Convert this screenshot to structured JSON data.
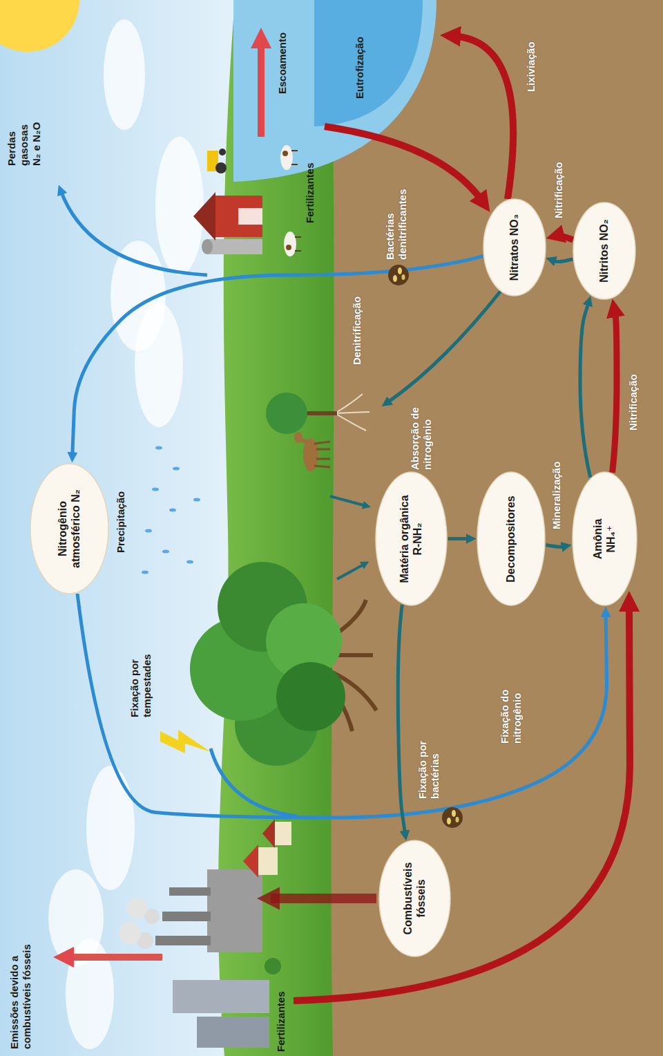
{
  "diagram": {
    "nodes": [
      {
        "text": [
          "Nitrogênio atmosférico N₂"
        ]
      },
      {
        "text": [
          "Combustíveis fósseis"
        ]
      },
      {
        "text": [
          "Matéria orgânica R-NH₂"
        ]
      },
      {
        "text": [
          "Decompositores"
        ]
      },
      {
        "text": [
          "Nitratos NO₃"
        ]
      },
      {
        "text": [
          "Amônia NH₄⁺"
        ]
      },
      {
        "text": [
          "Nitritos NO₂"
        ]
      }
    ],
    "edges": [
      {
        "from": 0,
        "to": 5,
        "arrow": "to"
      },
      {
        "from": 2,
        "to": 1,
        "arrow": "to"
      },
      {
        "from": 2,
        "to": 3,
        "arrow": "to"
      },
      {
        "from": 3,
        "to": 5,
        "label": "Mineralização",
        "arrow": "to"
      },
      {
        "from": 5,
        "to": 6,
        "arrow": "to"
      },
      {
        "from": 5,
        "to": 6,
        "label": "Nitrificação",
        "arrow": "to"
      },
      {
        "from": 6,
        "to": 4,
        "arrow": "to"
      },
      {
        "from": 6,
        "to": 4,
        "label": "Nitrificação",
        "arrow": "to"
      },
      {
        "from": 4,
        "to": 0,
        "label": "Denitrificação",
        "arrow": "to"
      }
    ],
    "labels": [
      "Emissões devido a combustíveis fósseis",
      "Fertilizantes",
      "Fixação por tempestades",
      "Precipitação",
      "Fixação por bactérias",
      "Fixação do nitrogênio",
      "Absorção de nitrogênio",
      "Bactérias denitrificantes",
      "Fertilizantes",
      "Perdas gasosas N₂ e N₂O",
      "Escoamento",
      "Eutrofização",
      "Lixiviação"
    ]
  }
}
